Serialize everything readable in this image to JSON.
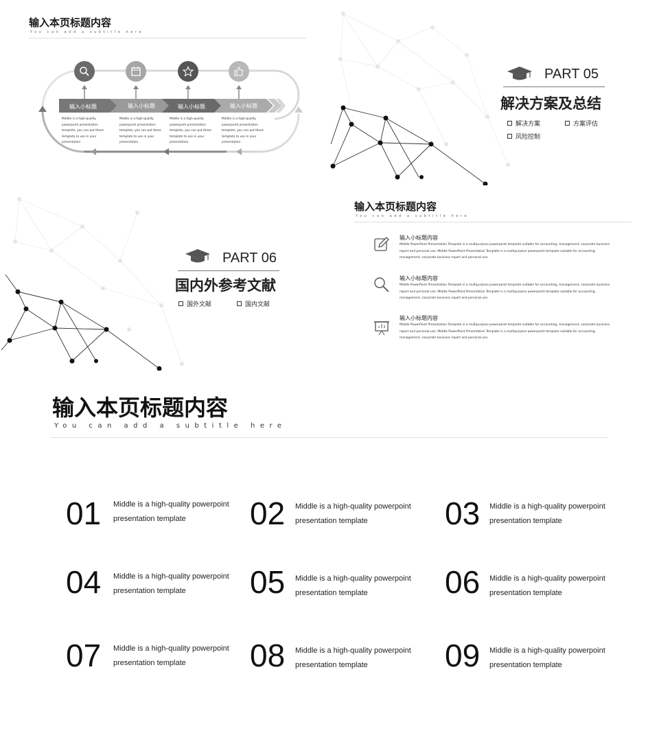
{
  "slide1": {
    "title": "输入本页标题内容",
    "subtitle": "You can add a subtitle here",
    "steps": [
      {
        "icon": "search-icon",
        "label": "输入小标题",
        "text": "Middle is a high-quality powerpoint presentation template, you can put these template to use in your presentation."
      },
      {
        "icon": "calendar-icon",
        "label": "输入小标题",
        "text": "Middle is a high-quality powerpoint presentation template, you can put these template to use in your presentation."
      },
      {
        "icon": "star-icon",
        "label": "输入小标题",
        "text": "Middle is a high-quality powerpoint presentation template, you can put these template to use in your presentation."
      },
      {
        "icon": "thumbs-up-icon",
        "label": "输入小标题",
        "text": "Middle is a high-quality powerpoint presentation template, you can put these template to use in your presentation."
      }
    ]
  },
  "slide2": {
    "part": "PART 05",
    "title": "解决方案及总结",
    "items": [
      "解决方案",
      "方案评估",
      "风险控制"
    ]
  },
  "slide3": {
    "part": "PART 06",
    "title": "国内外参考文献",
    "items": [
      "国外文献",
      "国内文献"
    ]
  },
  "slide4": {
    "title": "输入本页标题内容",
    "subtitle": "You can add a subtitle here",
    "items": [
      {
        "icon": "pencil-icon",
        "title": "输入小标题内容",
        "text": "Middle PowerPoint Presentation Template is a multipurpose powerpoint template suitable for accounting, management, corporate business report and personal use. Middle PowerPoint Presentation Template is a multipurpose powerpoint template suitable for accounting, management, corporate business report and personal use."
      },
      {
        "icon": "search-icon",
        "title": "输入小标题内容",
        "text": "Middle PowerPoint Presentation Template is a multipurpose powerpoint template suitable for accounting, management, corporate business report and personal use. Middle PowerPoint Presentation Template is a multipurpose powerpoint template suitable for accounting, management, corporate business report and personal use."
      },
      {
        "icon": "presentation-board-icon",
        "title": "输入小标题内容",
        "text": "Middle PowerPoint Presentation Template is a multipurpose powerpoint template suitable for accounting, management, corporate business report and personal use. Middle PowerPoint Presentation Template is a multipurpose powerpoint template suitable for accounting, management, corporate business report and personal use."
      }
    ]
  },
  "slide5": {
    "title": "输入本页标题内容",
    "subtitle": "You can add a subtitle here",
    "items": [
      {
        "num": "01",
        "text": "Middle is a high-quality powerpoint presentation template"
      },
      {
        "num": "02",
        "text": "Middle is a high-quality powerpoint presentation template"
      },
      {
        "num": "03",
        "text": "Middle is a high-quality powerpoint presentation template"
      },
      {
        "num": "04",
        "text": "Middle is a high-quality powerpoint presentation template"
      },
      {
        "num": "05",
        "text": "Middle is a high-quality powerpoint presentation template"
      },
      {
        "num": "06",
        "text": "Middle is a high-quality powerpoint presentation template"
      },
      {
        "num": "07",
        "text": "Middle is a high-quality powerpoint presentation template"
      },
      {
        "num": "08",
        "text": "Middle is a high-quality powerpoint presentation template"
      },
      {
        "num": "09",
        "text": "Middle is a high-quality powerpoint presentation template"
      }
    ]
  }
}
